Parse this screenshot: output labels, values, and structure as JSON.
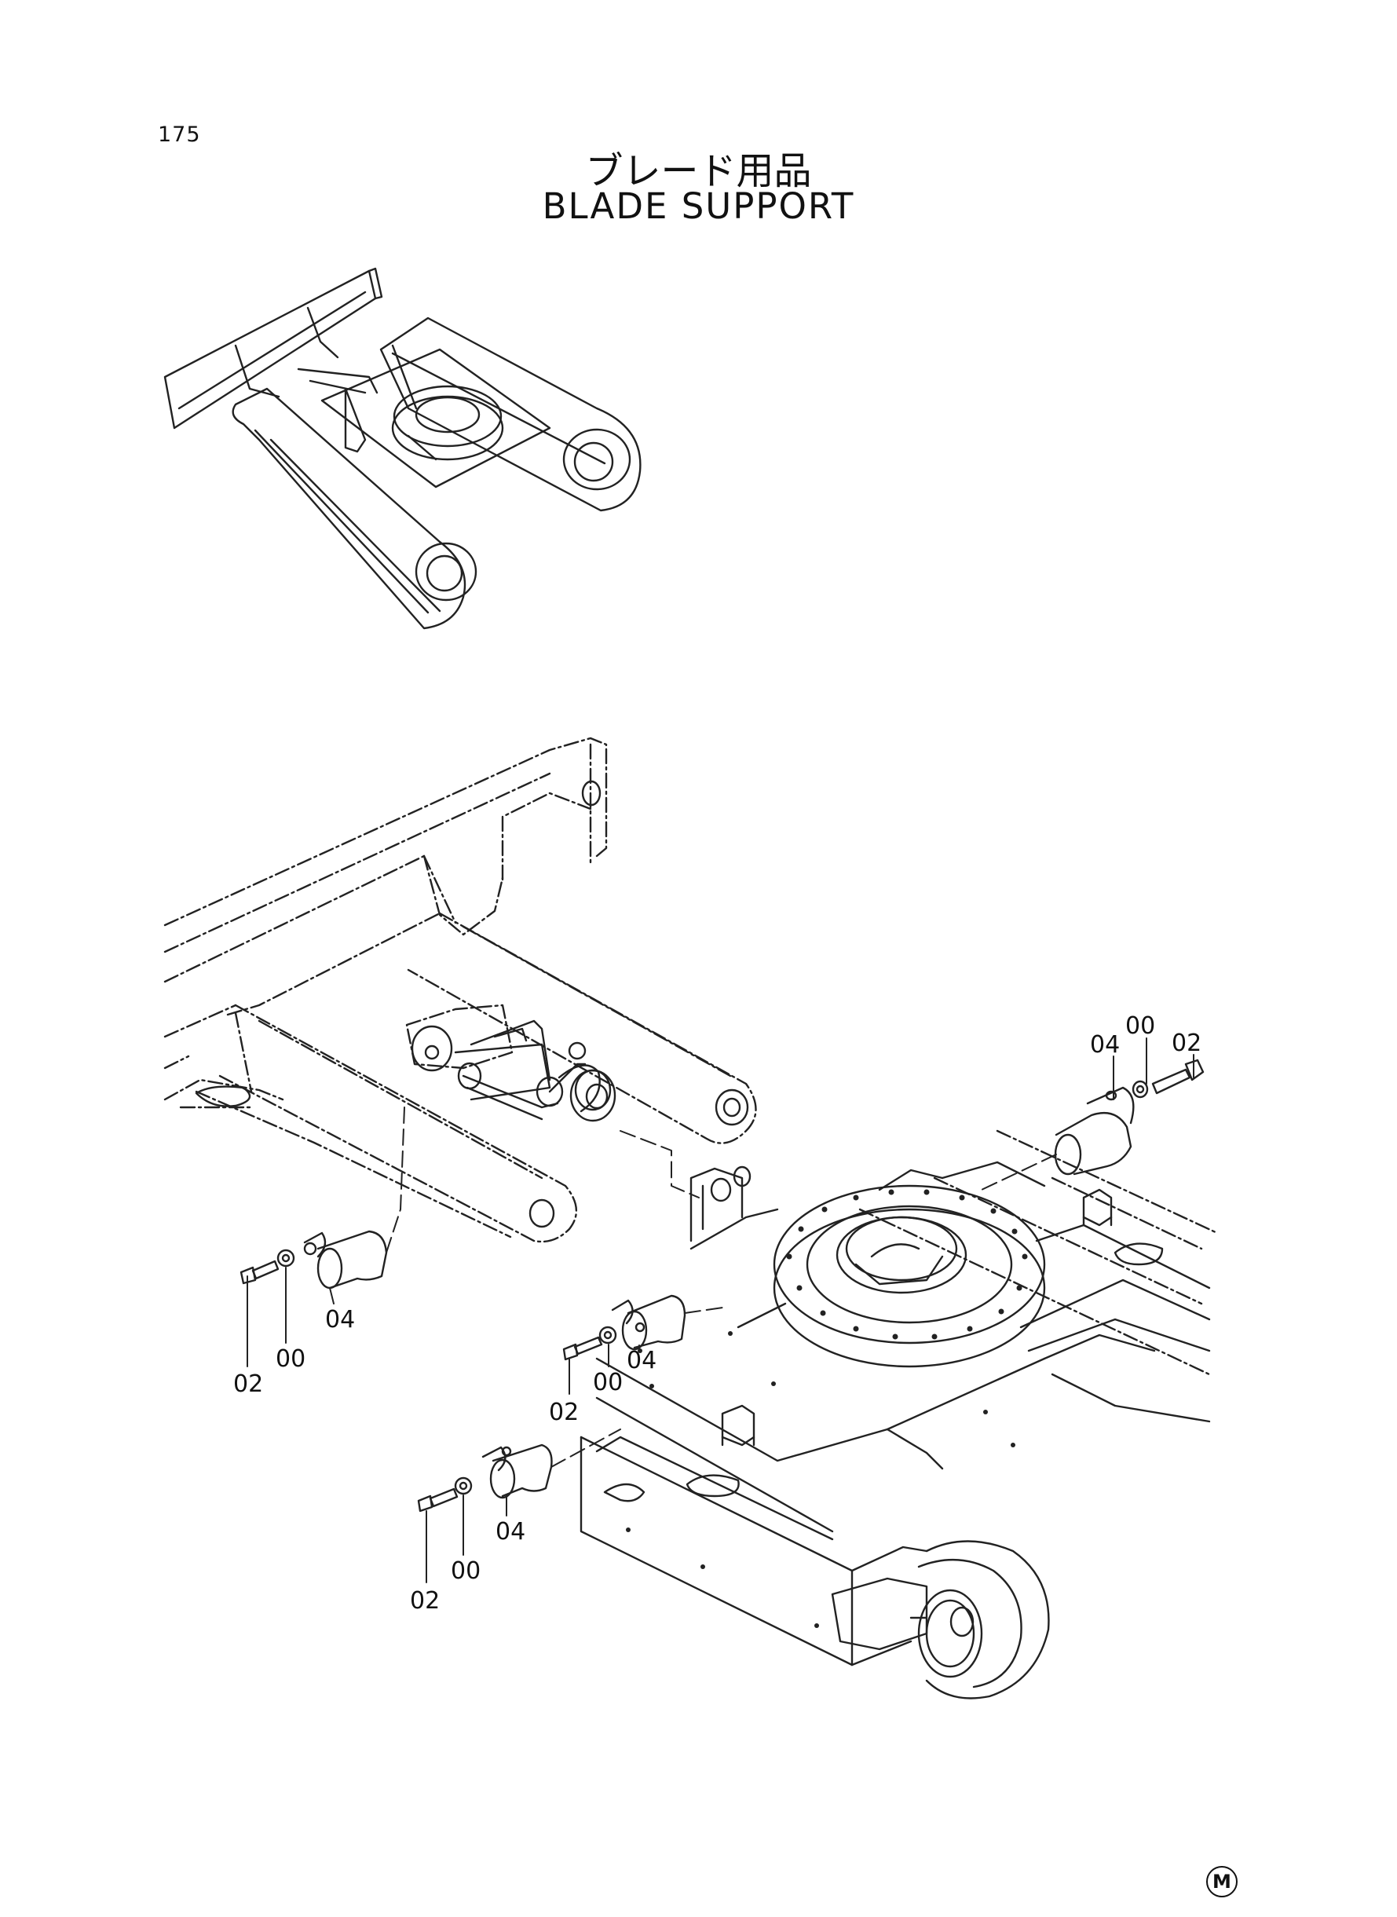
{
  "page": {
    "number": "175",
    "title_jp": "ブレード用品",
    "title_en": "BLADE SUPPORT",
    "mark": "M"
  },
  "callouts": {
    "a": {
      "c1": "02",
      "c2": "00",
      "c3": "04"
    },
    "b": {
      "c1": "02",
      "c2": "00",
      "c3": "04"
    },
    "c": {
      "c1": "02",
      "c2": "00",
      "c3": "04"
    },
    "d": {
      "c1": "02",
      "c2": "00",
      "c3": "04"
    }
  }
}
